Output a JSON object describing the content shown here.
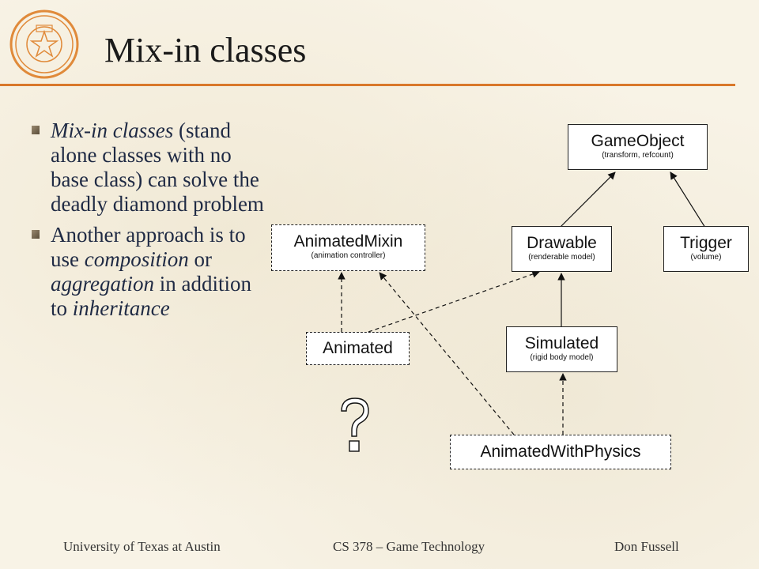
{
  "slide": {
    "title": "Mix-in classes",
    "bullets": [
      {
        "parts": [
          {
            "text": "Mix-in classes",
            "italic": true
          },
          {
            "text": " (stand alone classes with no base class) can solve the deadly diamond problem",
            "italic": false
          }
        ]
      },
      {
        "parts": [
          {
            "text": "Another approach is to use ",
            "italic": false
          },
          {
            "text": "composition",
            "italic": true
          },
          {
            "text": " or ",
            "italic": false
          },
          {
            "text": "aggregation",
            "italic": true
          },
          {
            "text": " in addition to ",
            "italic": false
          },
          {
            "text": "inheritance",
            "italic": true
          }
        ]
      }
    ]
  },
  "diagram": {
    "game_object": {
      "name": "GameObject",
      "sub": "(transform, refcount)"
    },
    "drawable": {
      "name": "Drawable",
      "sub": "(renderable model)"
    },
    "trigger": {
      "name": "Trigger",
      "sub": "(volume)"
    },
    "animated_mixin": {
      "name": "AnimatedMixin",
      "sub": "(animation controller)"
    },
    "animated": {
      "name": "Animated"
    },
    "simulated": {
      "name": "Simulated",
      "sub": "(rigid body model)"
    },
    "animated_with_physics": {
      "name": "AnimatedWithPhysics"
    }
  },
  "footer": {
    "left": "University of Texas at Austin",
    "center": "CS 378 – Game Technology",
    "right": "Don Fussell"
  },
  "colors": {
    "accent_rule": "#d9782b",
    "seal": "#e08a3a",
    "text": "#1f2a44"
  }
}
